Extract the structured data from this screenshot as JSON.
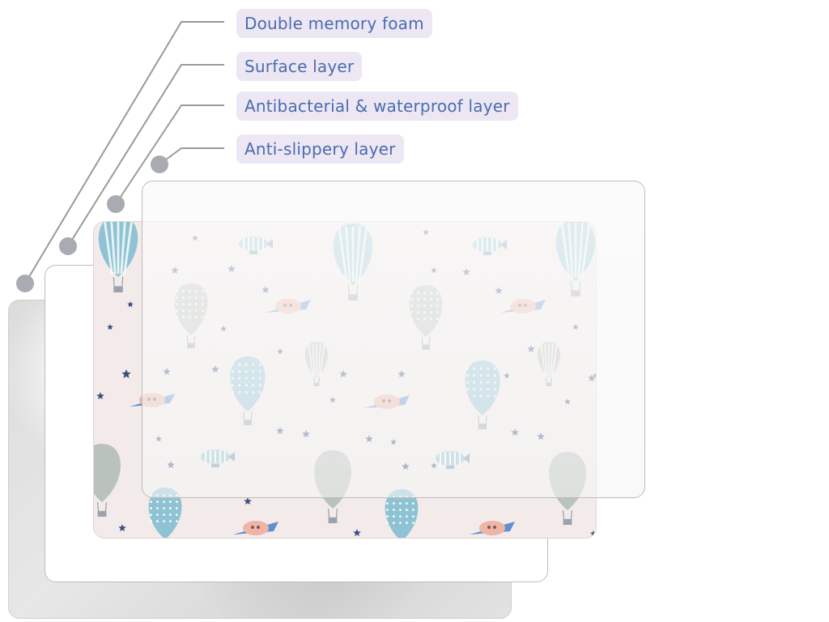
{
  "labels": [
    "Double memory foam",
    "Surface layer",
    "Antibacterial & waterproof layer",
    "Anti-slippery layer"
  ],
  "colors": {
    "label_text": "#4a6cb0",
    "label_bg": "#ece7f3",
    "connector": "#9a9a9a",
    "dot": "#a9abb2",
    "balloon_blue": "#8fc3d3",
    "balloon_gray": "#b9c2bb",
    "star": "#3d4f82",
    "plane_pink": "#f0b4a6",
    "plane_blue": "#5f8fcf"
  },
  "icons": {
    "balloon": "hot-air-balloon-icon",
    "airship": "airship-icon",
    "plane": "plane-icon",
    "star": "star-icon"
  }
}
